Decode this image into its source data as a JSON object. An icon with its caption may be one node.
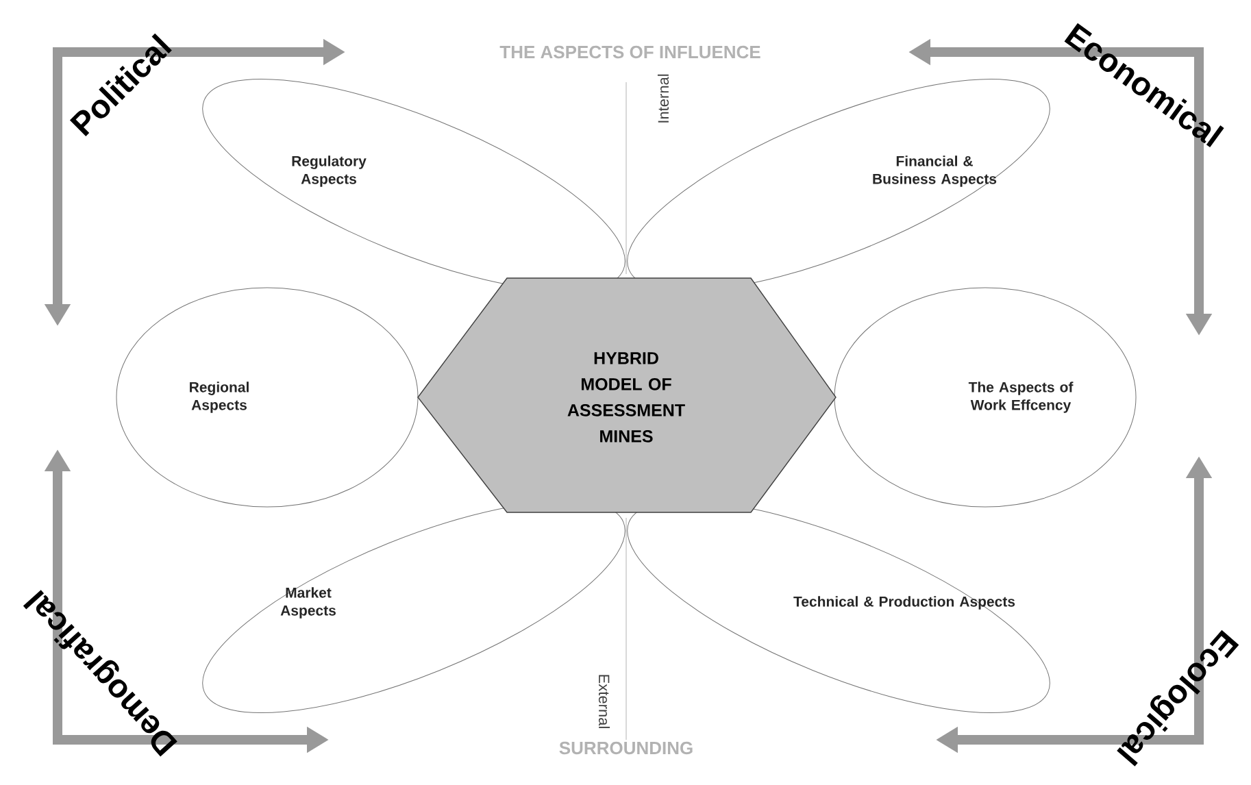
{
  "diagram": {
    "title": "THE ASPECTS OF INFLUENCE",
    "nodes": [
      {
        "text": [
          "Regulatory Aspects"
        ]
      },
      {
        "text": [
          "Financial & Business Aspects"
        ]
      },
      {
        "text": [
          "Regional Aspects"
        ]
      },
      {
        "text": [
          "HYBRID MODEL OF ASSESSMENT MINES"
        ]
      },
      {
        "text": [
          "The Aspects of Work Effcency"
        ]
      },
      {
        "text": [
          "Market Aspects"
        ]
      },
      {
        "text": [
          "Technical & Production Aspects"
        ]
      }
    ],
    "labels": [
      "Political",
      "Economical",
      "Internal",
      "External",
      "Demografical",
      "SURROUNDING",
      "Ecological"
    ]
  }
}
